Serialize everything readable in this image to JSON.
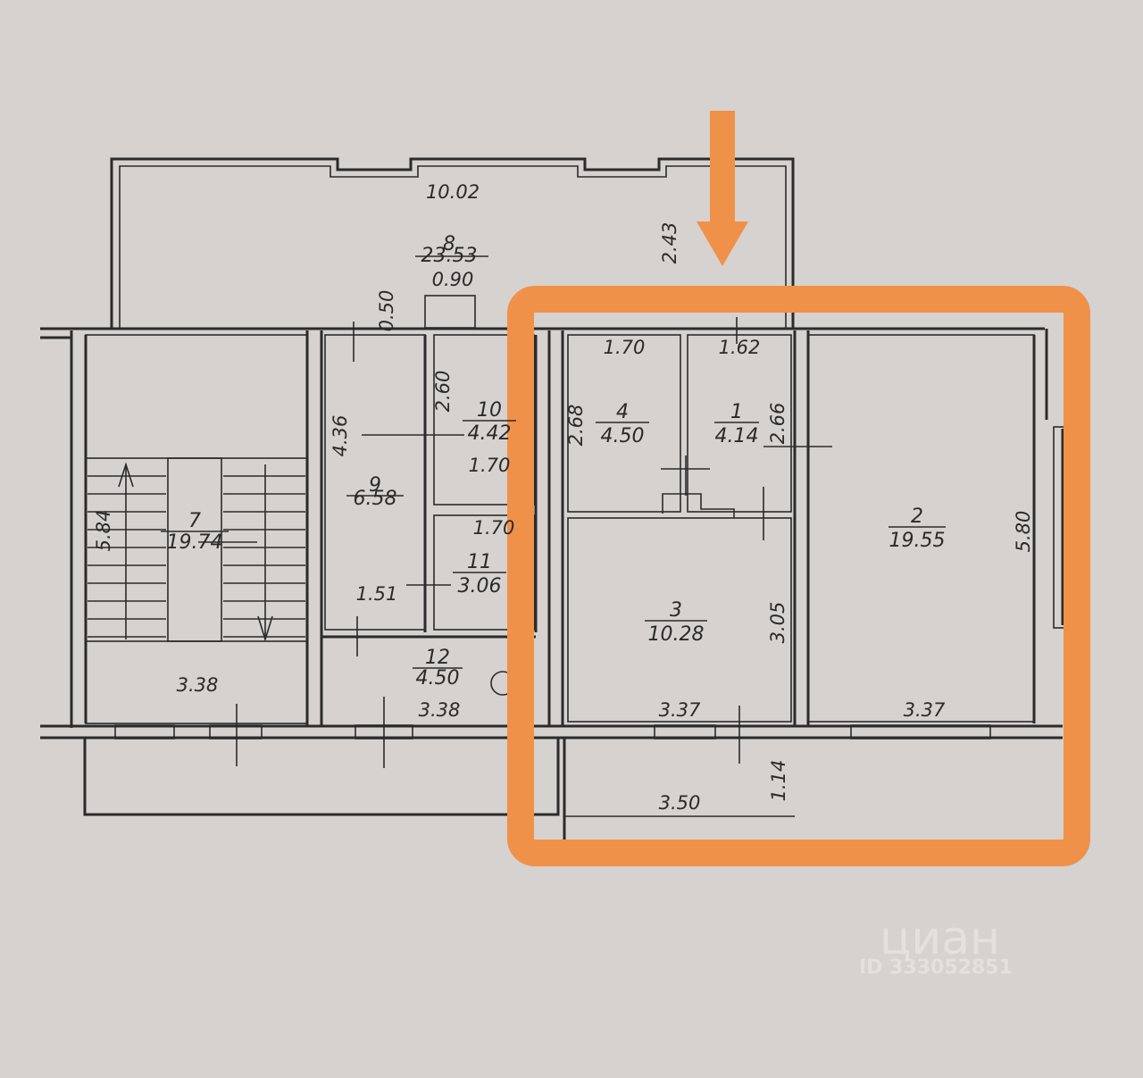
{
  "rooms": [
    {
      "id": "room-1",
      "number": "1",
      "area": "4.14"
    },
    {
      "id": "room-2",
      "number": "2",
      "area": "19.55"
    },
    {
      "id": "room-3",
      "number": "3",
      "area": "10.28"
    },
    {
      "id": "room-4",
      "number": "4",
      "area": "4.50"
    },
    {
      "id": "room-7",
      "number": "7",
      "area": "19.74"
    },
    {
      "id": "room-8",
      "number": "8",
      "area": "23.53"
    },
    {
      "id": "room-9",
      "number": "9",
      "area": "6.58"
    },
    {
      "id": "room-10",
      "number": "10",
      "area": "4.42"
    },
    {
      "id": "room-11",
      "number": "11",
      "area": "3.06"
    },
    {
      "id": "room-12",
      "number": "12",
      "area": "4.50"
    }
  ],
  "dimensions": [
    "10.02",
    "2.43",
    "0.90",
    "0.50",
    "1.70",
    "1.62",
    "2.60",
    "4.36",
    "2.68",
    "2.66",
    "1.70",
    "1.70",
    "5.84",
    "5.80",
    "1.51",
    "3.05",
    "3.38",
    "3.38",
    "3.37",
    "3.37",
    "1.14",
    "3.50"
  ],
  "watermark": {
    "brand": "циан",
    "id": "ID 333052851"
  },
  "colors": {
    "highlight": "#f0914a",
    "background": "#d6d2cf",
    "line": "#2b2b2b"
  }
}
